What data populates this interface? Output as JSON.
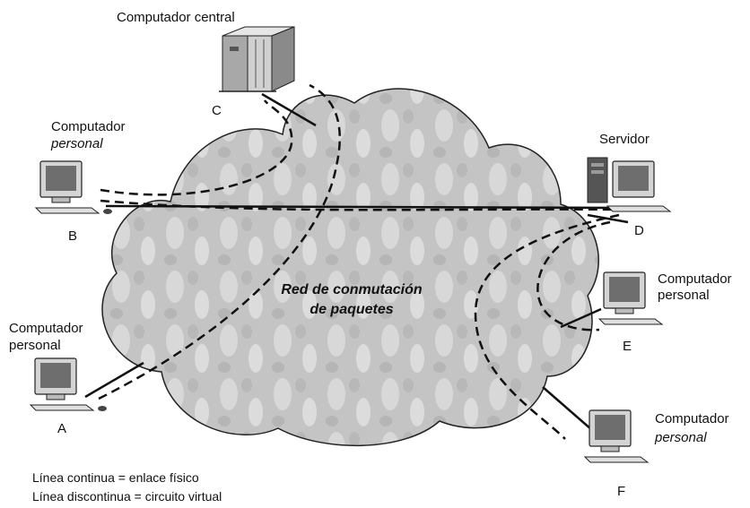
{
  "cloud_label": {
    "line1": "Red de conmutación",
    "line2": "de paquetes"
  },
  "nodes": {
    "C": {
      "title": "Computador central",
      "letter": "C"
    },
    "B": {
      "line1": "Computador",
      "line2": "personal",
      "letter": "B"
    },
    "D": {
      "title": "Servidor",
      "letter": "D"
    },
    "A": {
      "line1": "Computador",
      "line2": "personal",
      "letter": "A"
    },
    "E": {
      "line1": "Computador",
      "line2": "personal",
      "letter": "E"
    },
    "F": {
      "line1": "Computador",
      "line2": "personal",
      "letter": "F"
    }
  },
  "legend": {
    "solid": "Línea continua = enlace físico",
    "dashed": "Línea discontinua = circuito virtual"
  },
  "colors": {
    "cloud_fill": "#c8c8c8",
    "cloud_stroke": "#222222",
    "line": "#111111",
    "screen": "#6e6e6e"
  }
}
